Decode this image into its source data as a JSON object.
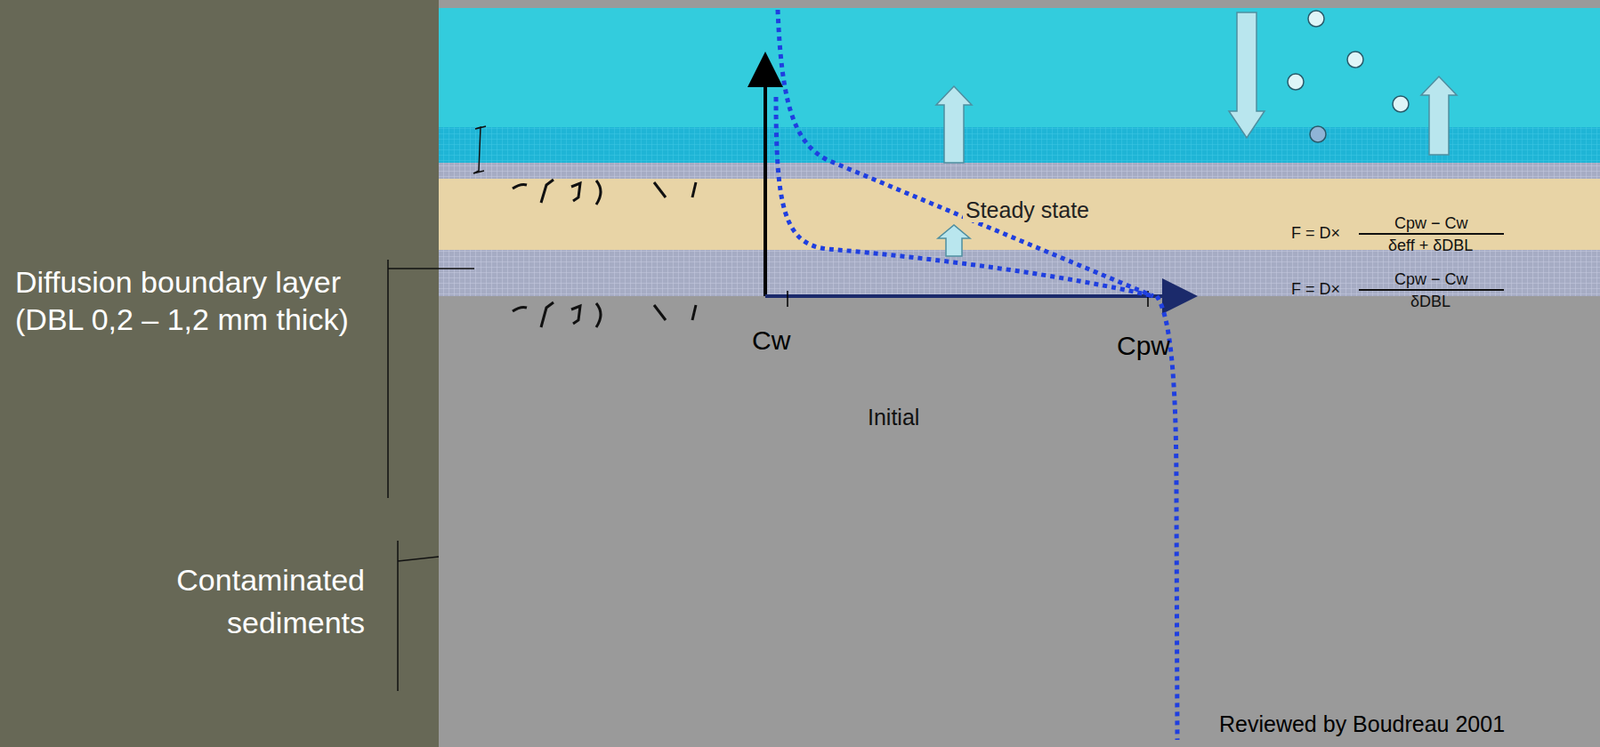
{
  "diagram": {
    "labels": [
      "Diffusion boundary layer (DBL 0,2 – 1,2 mm thick)",
      "Contaminated sediments",
      "Steady state",
      "Cw",
      "Cpw",
      "Initial",
      "F = D×",
      "Cpw − Cw",
      "δeff + δDBL",
      "F = D×",
      "Cpw − Cw",
      "δDBL",
      "Reviewed by Boudreau 2001"
    ]
  }
}
